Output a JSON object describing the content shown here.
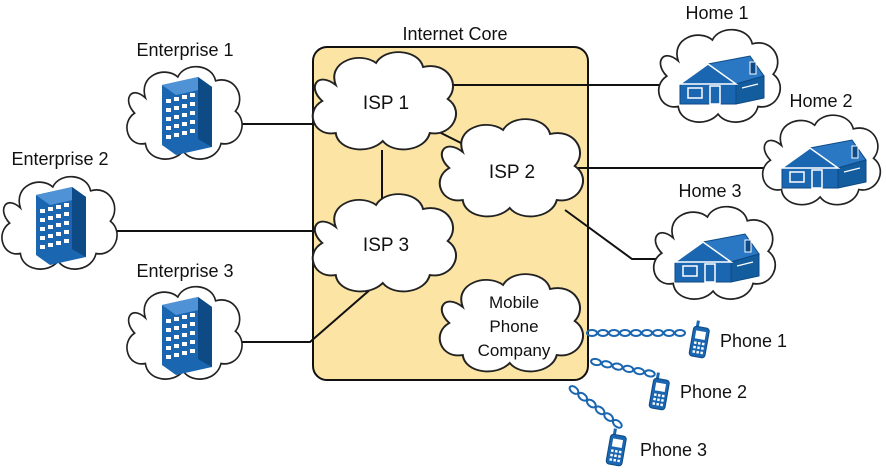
{
  "core": {
    "label": "Internet Core",
    "fill": "#fbe4a4"
  },
  "isps": {
    "isp1": "ISP 1",
    "isp2": "ISP 2",
    "isp3": "ISP 3",
    "mobile_line1": "Mobile",
    "mobile_line2": "Phone",
    "mobile_line3": "Company"
  },
  "enterprises": {
    "e1": "Enterprise 1",
    "e2": "Enterprise 2",
    "e3": "Enterprise 3",
    "icon": "office-building-icon"
  },
  "homes": {
    "h1": "Home 1",
    "h2": "Home 2",
    "h3": "Home 3",
    "icon": "house-icon"
  },
  "phones": {
    "p1": "Phone 1",
    "p2": "Phone 2",
    "p3": "Phone 3",
    "icon": "mobile-phone-icon",
    "signal_icon": "wireless-signal-icon"
  },
  "colors": {
    "icon_blue": "#1a66b0",
    "line": "#111111",
    "cloud_stroke": "#222222"
  }
}
